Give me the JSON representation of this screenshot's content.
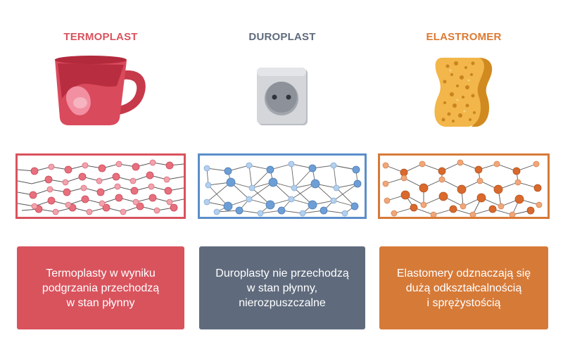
{
  "colors": {
    "termoplast": "#d9535d",
    "duroplast": "#5f6b7d",
    "duroplast_structure": "#5b8ec9",
    "elastomer": "#dc7a33"
  },
  "columns": [
    {
      "title": "TERMOPLAST",
      "icon": "mug-icon",
      "description_lines": [
        "Termoplasty w wyniku",
        "podgrzania przechodzą",
        "w stan płynny"
      ]
    },
    {
      "title": "DUROPLAST",
      "icon": "electrical-socket-icon",
      "description_lines": [
        "Duroplasty nie przechodzą",
        "w stan płynny,",
        "nierozpuszczalne"
      ]
    },
    {
      "title": "ELASTROMER",
      "icon": "sponge-icon",
      "description_lines": [
        "Elastomery odznaczają się",
        "dużą odkształcalnością",
        "i sprężystością"
      ]
    }
  ]
}
